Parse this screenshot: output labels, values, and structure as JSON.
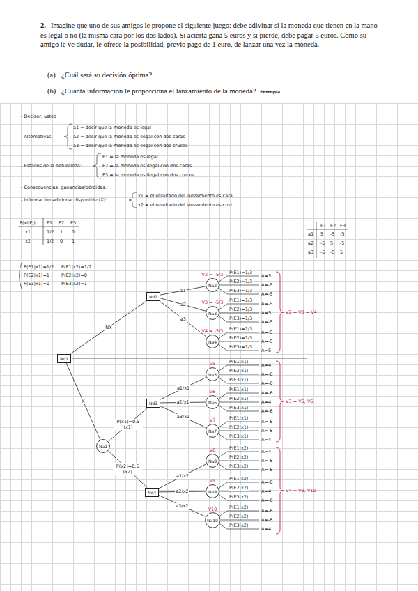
{
  "diagram": {
    "nodes": [
      {
        "text": [
          "Nd1"
        ]
      },
      {
        "text": [
          "Nd2"
        ]
      },
      {
        "text": [
          "Na1"
        ]
      },
      {
        "text": [
          "Nd3"
        ]
      },
      {
        "text": [
          "Nd4"
        ]
      },
      {
        "text": [
          "Na2"
        ]
      },
      {
        "text": [
          "Na3"
        ]
      },
      {
        "text": [
          "Na4"
        ]
      },
      {
        "text": [
          "Na5"
        ]
      },
      {
        "text": [
          "Na6"
        ]
      },
      {
        "text": [
          "Na7"
        ]
      },
      {
        "text": [
          "Na8"
        ]
      },
      {
        "text": [
          "Na9"
        ]
      },
      {
        "text": [
          "Na10"
        ]
      }
    ],
    "edges": [
      {
        "from": 0,
        "to": 1,
        "label": "NX",
        "arrow": "none"
      },
      {
        "from": 0,
        "to": 2,
        "label": "X",
        "arrow": "none"
      },
      {
        "from": 2,
        "to": 3,
        "label": "P(x1)=0.5 (x1)",
        "arrow": "none"
      },
      {
        "from": 2,
        "to": 4,
        "label": "P(x2)=0.5 (x2)",
        "arrow": "none"
      },
      {
        "from": 1,
        "to": 5,
        "label": "a1",
        "arrow": "none"
      },
      {
        "from": 1,
        "to": 6,
        "label": "a2",
        "arrow": "none"
      },
      {
        "from": 1,
        "to": 7,
        "label": "a3",
        "arrow": "none"
      },
      {
        "from": 3,
        "to": 8,
        "label": "a1/x1",
        "arrow": "none"
      },
      {
        "from": 3,
        "to": 9,
        "label": "a2/x1",
        "arrow": "none"
      },
      {
        "from": 3,
        "to": 10,
        "label": "a3/x1",
        "arrow": "none"
      },
      {
        "from": 4,
        "to": 11,
        "label": "a1/x2",
        "arrow": "none"
      },
      {
        "from": 4,
        "to": 12,
        "label": "a2/x2",
        "arrow": "none"
      },
      {
        "from": 4,
        "to": 13,
        "label": "a3/x2",
        "arrow": "none"
      }
    ],
    "labels": [
      "2.",
      "Imagine que uno de sus amigos le propone el siguiente juego: debe adivinar si la moneda que tienen en la mano es legal o no (la misma cara por los dos lados). Si acierta gana 5 euros y si pierde, debe pagar 5 euros. Como su amigo le ve dudar, le ofrece la posibilidad, previo pago de 1 euro, de lanzar una vez la moneda.",
      "(a)",
      "¿Cuál será su decisión óptima?",
      "(b)",
      "¿Cuánta información le proporciona el lanzamiento de la moneda?",
      "Entropía",
      "- Decisor: usted",
      "- Alternativas:",
      "a1 = decir que la moneda es legal",
      "a2 = decir que la moneda es ilegal con dos caras",
      "a3 = decir que la moneda es ilegal con dos cruces",
      "- Estados de la naturaleza:",
      "E1 = la moneda es legal",
      "E2 = la moneda es ilegal con dos caras",
      "E3 = la moneda es ilegal con dos cruces",
      "- Consecuencias: ganancias/pérdidas.",
      "- Información adicional disponible (X):",
      "x1 = el resultado del lanzamiento es cara",
      "x2 = el resultado del lanzamiento es cruz",
      "P(xi|Ej)",
      "E1",
      "E2",
      "E3",
      "x1",
      "1/2",
      "1",
      "0",
      "x2",
      "1/2",
      "0",
      "1",
      "E1",
      "E2",
      "E3",
      "a1",
      "5",
      "-5",
      "-5",
      "a2",
      "-5",
      "5",
      "-5",
      "a3",
      "-5",
      "-5",
      "5",
      "P(E1|x1)=1/2",
      "P(E1|x2)=1/2",
      "P(E2|x1)=1",
      "P(E2|x2)=0",
      "P(E3|x1)=0",
      "P(E3|x2)=1",
      "V2 = -5/3",
      "P(E1)=1/3",
      "A=5",
      "P(E2)=1/3",
      "A=-5",
      "P(E3)=1/3",
      "A=-5",
      "V3 = -5/3",
      "P(E1)=1/3",
      "A=-5",
      "P(E2)=1/3",
      "A=5",
      "P(E3)=1/3",
      "A=-5",
      "V4 = -5/3",
      "P(E1)=1/3",
      "A=-5",
      "P(E2)=1/3",
      "A=-5",
      "P(E3)=1/3",
      "A=5",
      "V5",
      "P(E1|x1)",
      "A=4",
      "P(E2|x1)",
      "A=-6",
      "P(E3|x1)",
      "A=-6",
      "V6",
      "P(E1|x1)",
      "A=-6",
      "P(E2|x1)",
      "A=4",
      "P(E3|x1)",
      "A=-6",
      "V7",
      "P(E1|x1)",
      "A=-6",
      "P(E2|x1)",
      "A=-6",
      "P(E3|x1)",
      "A=4",
      "V8",
      "P(E1|x2)",
      "A=4",
      "P(E2|x2)",
      "A=-6",
      "P(E3|x2)",
      "A=-6",
      "V9",
      "P(E1|x2)",
      "A=-6",
      "P(E2|x2)",
      "A=4",
      "P(E3|x2)",
      "A=-6",
      "V10",
      "P(E1|x2)",
      "A=-6",
      "P(E2|x2)",
      "A=-6",
      "P(E3|x2)",
      "A=4",
      "V2 = V3 = V4",
      "V3 = V5, V6",
      "V4 = V8, V10"
    ]
  }
}
